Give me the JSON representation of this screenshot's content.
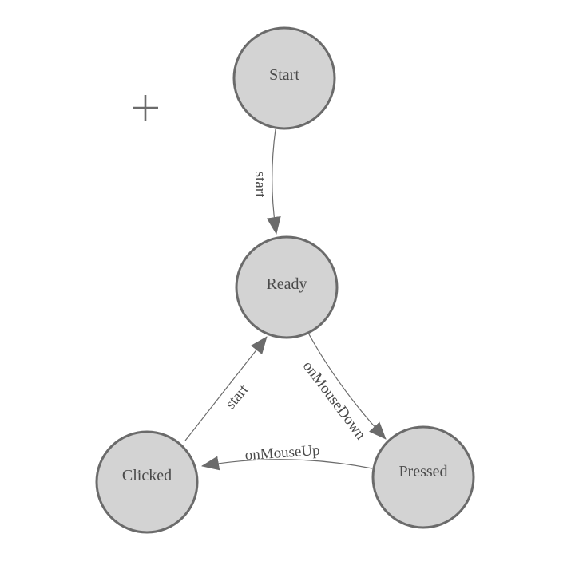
{
  "theme": {
    "background": "#ffffff",
    "node_fill": "#d3d3d3",
    "node_border": "#6b6b6b",
    "edge_color": "#6b6b6b",
    "label_color": "#4a4a4a"
  },
  "diagram": {
    "nodes": [
      {
        "id": "start",
        "label": "Start"
      },
      {
        "id": "ready",
        "label": "Ready"
      },
      {
        "id": "clicked",
        "label": "Clicked"
      },
      {
        "id": "pressed",
        "label": "Pressed"
      }
    ],
    "edges": [
      {
        "from": "start",
        "to": "ready",
        "label": "start"
      },
      {
        "from": "clicked",
        "to": "ready",
        "label": "start"
      },
      {
        "from": "ready",
        "to": "pressed",
        "label": "onMouseDown"
      },
      {
        "from": "pressed",
        "to": "clicked",
        "label": "onMouseUp"
      }
    ],
    "cursor": {
      "icon": "plus-crosshair"
    }
  }
}
